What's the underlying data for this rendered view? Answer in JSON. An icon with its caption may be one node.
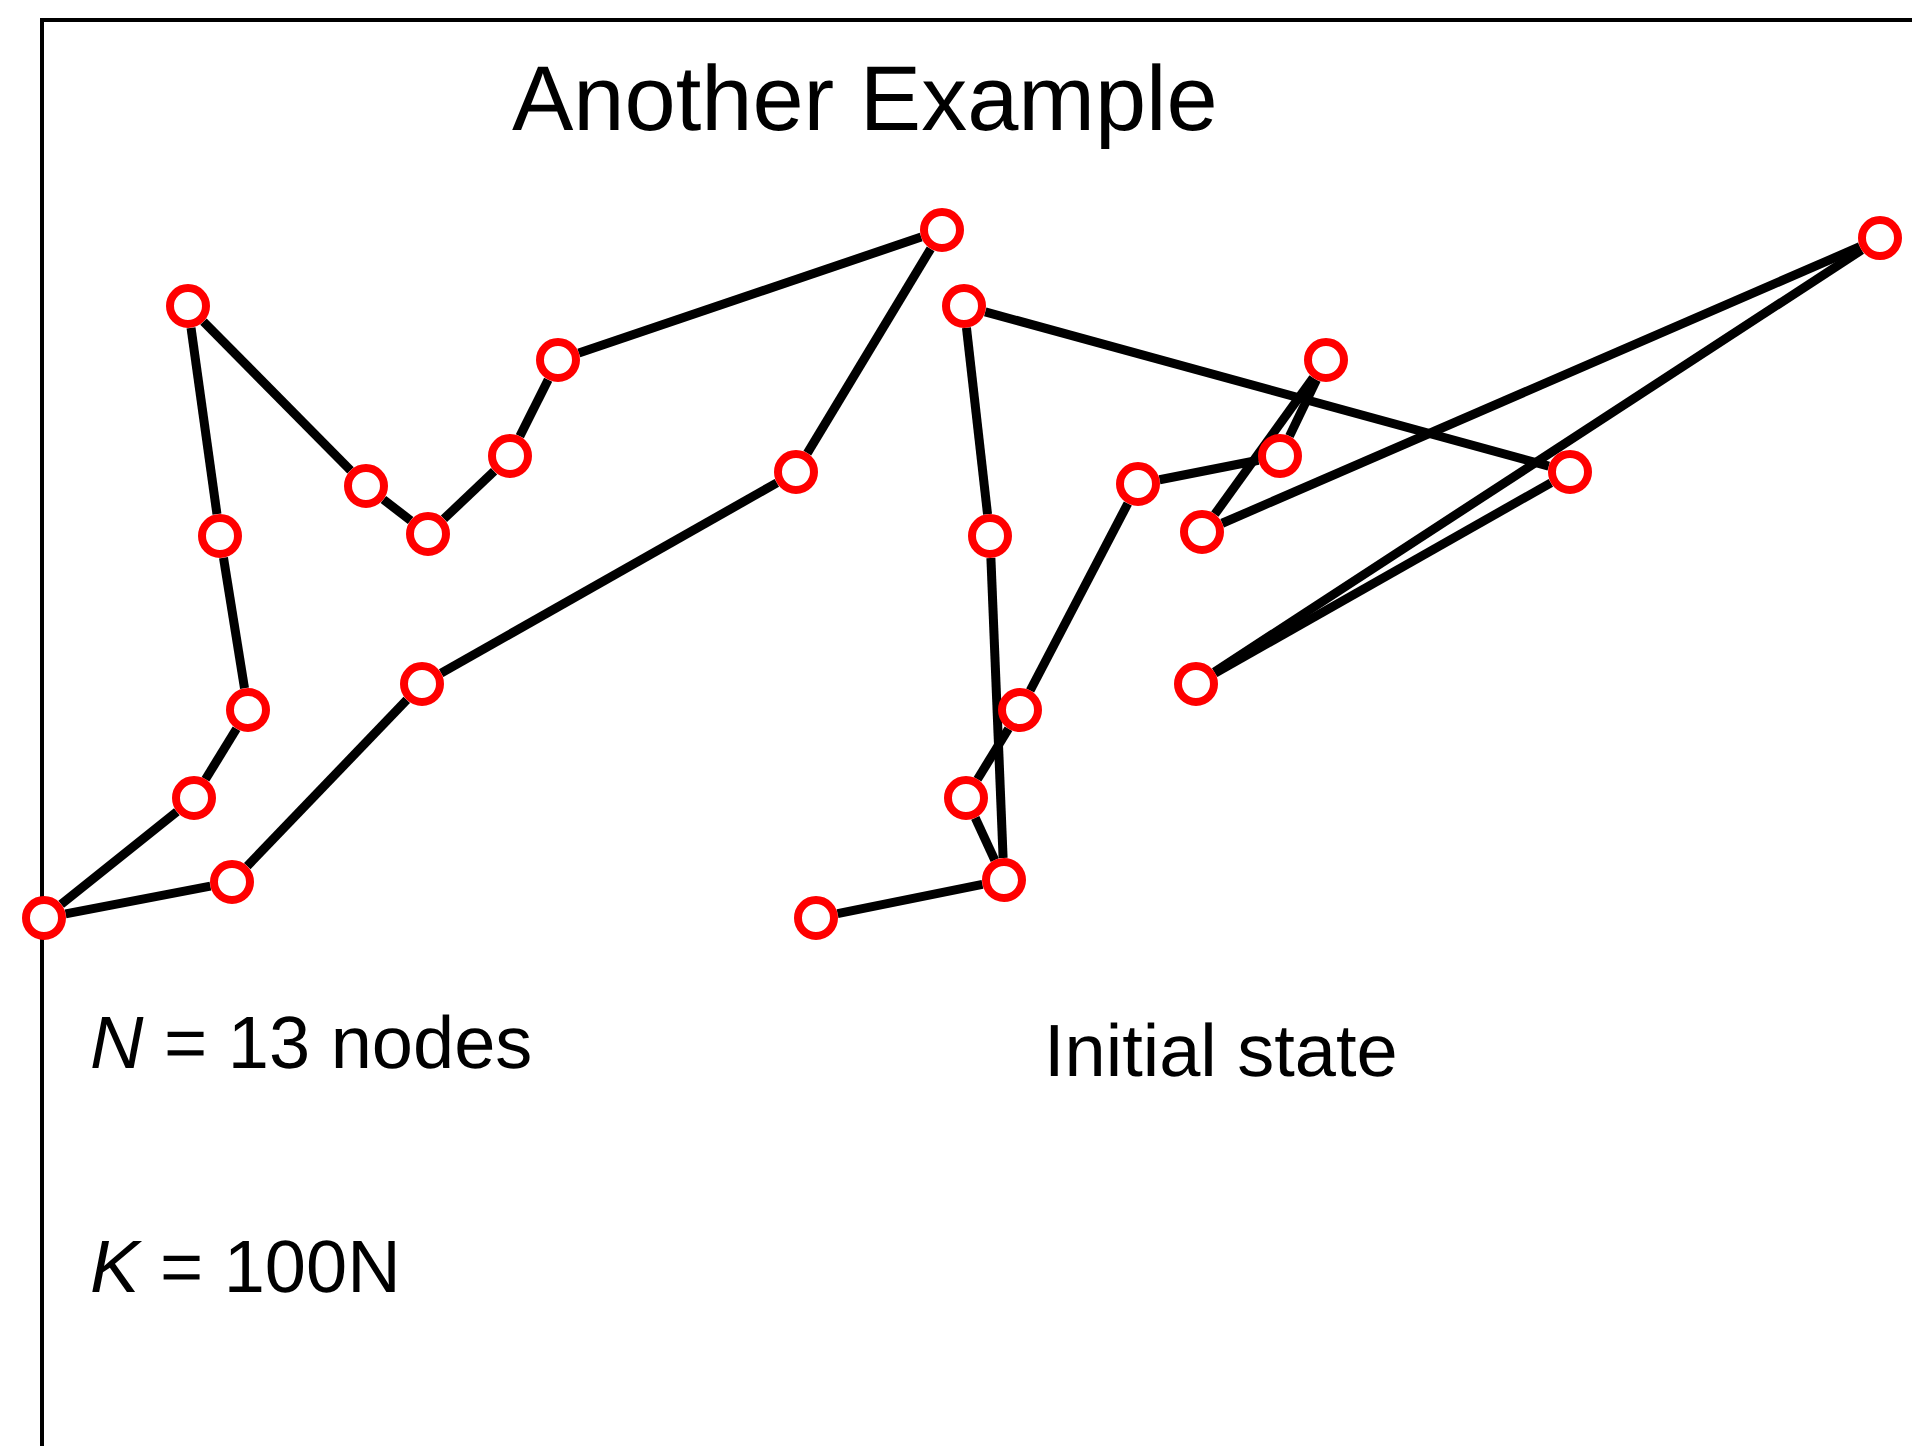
{
  "diagram": {
    "title": "Another Example",
    "nodes": [
      {
        "text": [],
        "shape": "circle"
      },
      {
        "text": [],
        "shape": "circle"
      },
      {
        "text": [],
        "shape": "circle"
      },
      {
        "text": [],
        "shape": "circle"
      },
      {
        "text": [],
        "shape": "circle"
      },
      {
        "text": [],
        "shape": "circle"
      },
      {
        "text": [],
        "shape": "circle"
      },
      {
        "text": [],
        "shape": "circle"
      },
      {
        "text": [],
        "shape": "circle"
      },
      {
        "text": [],
        "shape": "circle"
      },
      {
        "text": [],
        "shape": "circle"
      },
      {
        "text": [],
        "shape": "circle"
      },
      {
        "text": [],
        "shape": "circle"
      },
      {
        "text": [],
        "shape": "circle"
      },
      {
        "text": [],
        "shape": "circle"
      },
      {
        "text": [],
        "shape": "circle"
      },
      {
        "text": [],
        "shape": "circle"
      },
      {
        "text": [],
        "shape": "circle"
      },
      {
        "text": [],
        "shape": "circle"
      },
      {
        "text": [],
        "shape": "circle"
      },
      {
        "text": [],
        "shape": "circle"
      },
      {
        "text": [],
        "shape": "circle"
      },
      {
        "text": [],
        "shape": "circle"
      },
      {
        "text": [],
        "shape": "circle"
      },
      {
        "text": [],
        "shape": "circle"
      },
      {
        "text": [],
        "shape": "circle"
      }
    ],
    "edges": [
      {
        "from": 1,
        "to": 6,
        "arrow": "none"
      },
      {
        "from": 6,
        "to": 8,
        "arrow": "none"
      },
      {
        "from": 8,
        "to": 9,
        "arrow": "none"
      },
      {
        "from": 9,
        "to": 10,
        "arrow": "none"
      },
      {
        "from": 10,
        "to": 13,
        "arrow": "none"
      },
      {
        "from": 13,
        "to": 11,
        "arrow": "none"
      },
      {
        "from": 11,
        "to": 7,
        "arrow": "none"
      },
      {
        "from": 7,
        "to": 4,
        "arrow": "none"
      },
      {
        "from": 4,
        "to": 0,
        "arrow": "none"
      },
      {
        "from": 0,
        "to": 2,
        "arrow": "none"
      },
      {
        "from": 2,
        "to": 5,
        "arrow": "none"
      },
      {
        "from": 5,
        "to": 3,
        "arrow": "none"
      },
      {
        "from": 3,
        "to": 1,
        "arrow": "none"
      },
      {
        "from": 12,
        "to": 17,
        "arrow": "none"
      },
      {
        "from": 17,
        "to": 15,
        "arrow": "none"
      },
      {
        "from": 15,
        "to": 18,
        "arrow": "none"
      },
      {
        "from": 18,
        "to": 19,
        "arrow": "none"
      },
      {
        "from": 19,
        "to": 22,
        "arrow": "none"
      },
      {
        "from": 22,
        "to": 23,
        "arrow": "none"
      },
      {
        "from": 23,
        "to": 21,
        "arrow": "none"
      },
      {
        "from": 21,
        "to": 25,
        "arrow": "none"
      },
      {
        "from": 25,
        "to": 20,
        "arrow": "none"
      },
      {
        "from": 20,
        "to": 24,
        "arrow": "none"
      },
      {
        "from": 24,
        "to": 14,
        "arrow": "none"
      },
      {
        "from": 14,
        "to": 16,
        "arrow": "none"
      },
      {
        "from": 16,
        "to": 17,
        "arrow": "none"
      }
    ],
    "labels": [
      "*N* = 13 nodes",
      "Initial state",
      "*K* = 100N"
    ]
  }
}
